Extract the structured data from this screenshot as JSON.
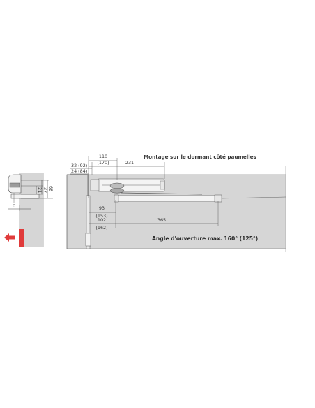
{
  "title": "Montage sur le dormant côté paumelles",
  "opening_angle": "Angle d'ouverture max. 160° (125°)",
  "dims": {
    "d110": "110",
    "d170": "(170)",
    "d231": "231",
    "d32": "32 (92)",
    "d24": "24 (84)",
    "d93": "93",
    "d153": "(153)",
    "d102": "102",
    "d162": "(162)",
    "d365": "365",
    "side_37": "37",
    "side_68": "68",
    "side_21": "21",
    "side_0": "0"
  },
  "colors": {
    "wall": "#d6d6d6",
    "wall_edge": "#9a9a9a",
    "accent": "#e03a3a",
    "line": "#444444"
  },
  "icons": {
    "direction_arrow": "red-arrow-left-icon"
  }
}
